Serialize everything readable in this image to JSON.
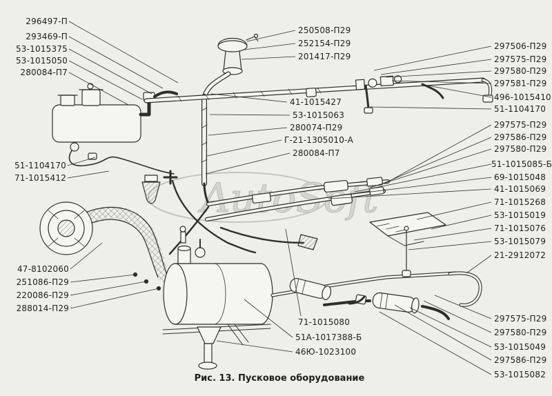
{
  "caption": "Рис. 13. Пусковое оборудование",
  "watermark": "AutoSoft",
  "labels": {
    "tl": [
      "296497-П",
      "293469-П",
      "53-1015375",
      "53-1015050",
      "280084-П7"
    ],
    "tc": [
      "250508-П29",
      "252154-П29",
      "201417-П29"
    ],
    "right": [
      "297506-П29",
      "297575-П29",
      "297580-П29",
      "297581-П29",
      "496-1015410",
      "51-1104170",
      "297575-П29",
      "297586-П29",
      "297580-П29",
      "51-1015085-Б",
      "69-1015048",
      "41-1015069",
      "71-1015268",
      "53-1015019",
      "71-1015076",
      "53-1015079",
      "21-2912072"
    ],
    "mid": [
      "41-1015427",
      "53-1015063",
      "280074-П29",
      "Г-21-1305010-А",
      "280084-П7"
    ],
    "ml": [
      "51-1104170",
      "71-1015412"
    ],
    "bl": [
      "47-8102060",
      "251086-П29",
      "220086-П29",
      "288014-П29"
    ],
    "bc": [
      "71-1015080",
      "51А-1017388-Б",
      "46Ю-1023100"
    ],
    "br": [
      "297575-П29",
      "297580-П29",
      "53-1015049",
      "297586-П29",
      "53-1015082"
    ]
  }
}
